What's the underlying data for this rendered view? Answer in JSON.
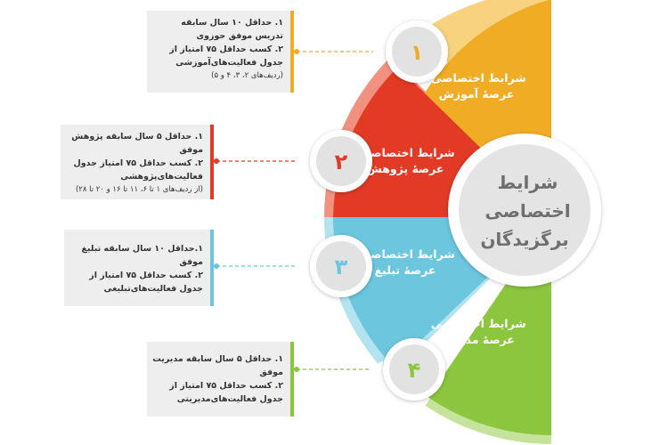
{
  "center": {
    "lines": [
      "شرایط",
      "اختصاصی",
      "برگزیدگان"
    ]
  },
  "segments": [
    {
      "number": "۱",
      "title_1": "شرایط اختصاصی",
      "title_2": "عرصهٔ آموزش",
      "color": "#f0ac25",
      "items": [
        "۱. حداقل ۱۰ سال سابقه تدریس موفق حوزوی",
        "۲. کسب حداقل ۷۵ امتیاز از جدول فعالیت‌های‌آموزشی"
      ],
      "note": "(ردیف‌های ۲، ۳، ۴ و ۵)"
    },
    {
      "number": "۲",
      "title_1": "شرایط اختصاصی",
      "title_2": "عرصهٔ پژوهش",
      "color": "#e23a25",
      "items": [
        "۱. حداقل ۵ سال سابقه پژوهش موفق",
        "۲. کسب حداقل ۷۵ امتیاز جدول فعالیت‌های‌پژوهشی"
      ],
      "note": "(از ردیف‌های ۱ تا ۶، ۱۱ تا ۱۶ و ۲۰ تا ۲۸)"
    },
    {
      "number": "۳",
      "title_1": "شرایط اختصاصی",
      "title_2": "عرصهٔ تبلیغ",
      "color": "#6cc6de",
      "items": [
        "۱.حداقل ۱۰ سال سابقه تبلیغ موفق",
        "۲. کسب حداقل ۷۵ امتیاز از جدول فعالیت‌های‌تبلیغی"
      ],
      "note": ""
    },
    {
      "number": "۴",
      "title_1": "شرایط اختصاصی",
      "title_2": "عرصهٔ مدیریت",
      "color": "#8cc63f",
      "items": [
        "۱. حداقل ۵ سال سابقه مدیریت موفق",
        "۲. کسب حداقل ۷۵ امتیاز از جدول فعالیت‌های‌مدیریتی"
      ],
      "note": ""
    }
  ]
}
